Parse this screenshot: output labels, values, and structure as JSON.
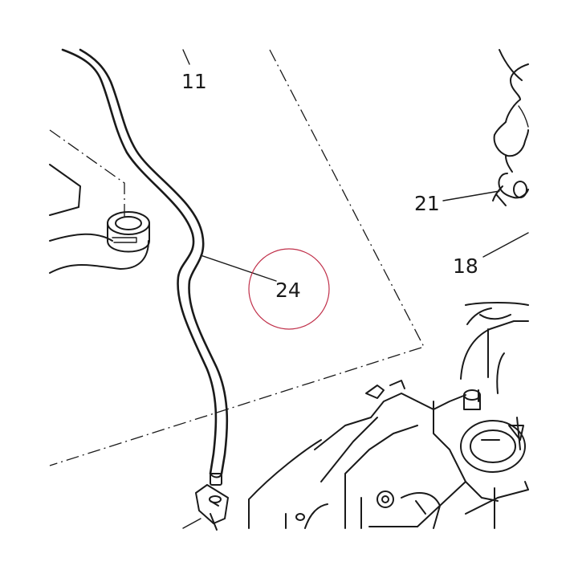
{
  "labels": {
    "part_11": "11",
    "part_21": "21",
    "part_18": "18",
    "part_24": "24"
  },
  "colors": {
    "ink": "#1a1a1a",
    "highlight": "#c0304a",
    "background": "#ffffff"
  }
}
